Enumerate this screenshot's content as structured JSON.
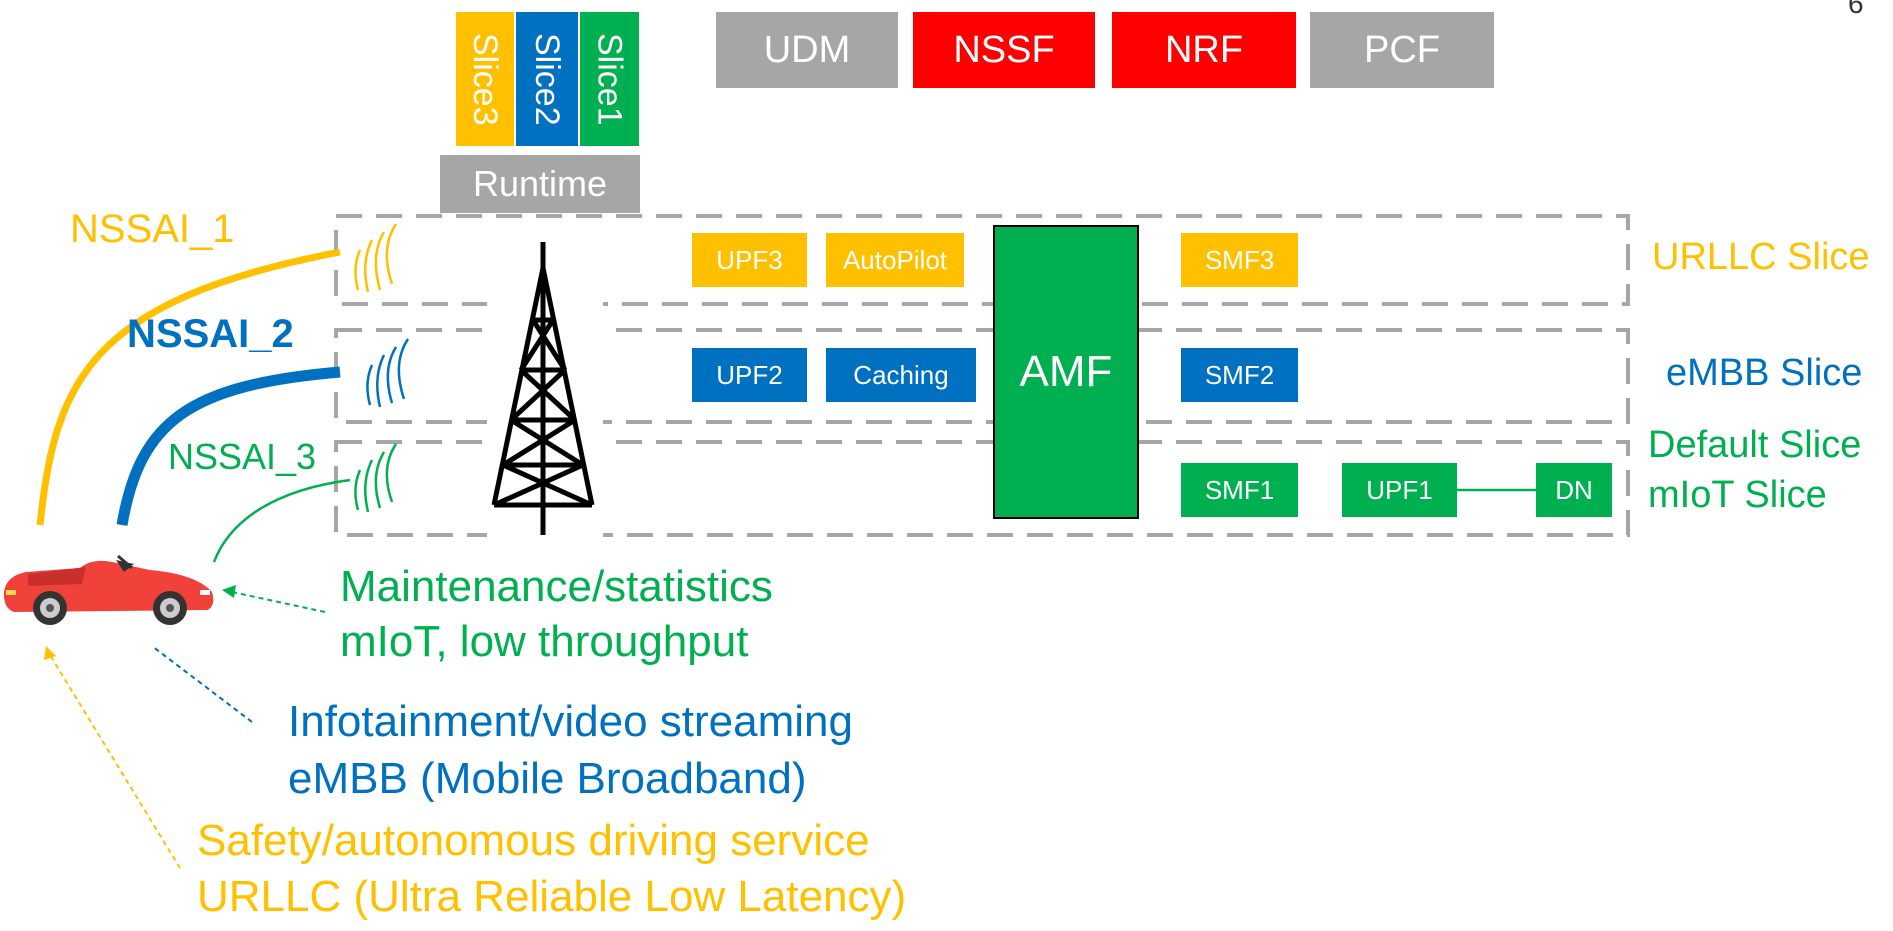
{
  "page_number": "6",
  "slices_vertical": [
    {
      "label": "Slice3",
      "color": "#FFC000"
    },
    {
      "label": "Slice2",
      "color": "#0070C0"
    },
    {
      "label": "Slice1",
      "color": "#00B050"
    }
  ],
  "runtime_label": "Runtime",
  "core_functions": [
    {
      "label": "UDM",
      "color": "#A6A6A6"
    },
    {
      "label": "NSSF",
      "color": "#FF0000"
    },
    {
      "label": "NRF",
      "color": "#FF0000"
    },
    {
      "label": "PCF",
      "color": "#A6A6A6"
    }
  ],
  "nssai_labels": {
    "nssai_1": "NSSAI_1",
    "nssai_2": "NSSAI_2",
    "nssai_3": "NSSAI_3"
  },
  "urllc_row": {
    "upf": "UPF3",
    "app": "AutoPilot",
    "smf": "SMF3",
    "slice_name": "URLLC Slice"
  },
  "embb_row": {
    "upf": "UPF2",
    "app": "Caching",
    "smf": "SMF2",
    "slice_name": "eMBB Slice"
  },
  "default_row": {
    "smf": "SMF1",
    "upf": "UPF1",
    "dn": "DN",
    "slice_name_1": "Default Slice",
    "slice_name_2": "mIoT Slice"
  },
  "amf_label": "AMF",
  "services": {
    "miot_line1": "Maintenance/statistics",
    "miot_line2": "mIoT, low throughput",
    "embb_line1": "Infotainment/video streaming",
    "embb_line2": "eMBB (Mobile Broadband)",
    "urllc_line1": "Safety/autonomous driving service",
    "urllc_line2": "URLLC (Ultra Reliable Low Latency)"
  },
  "colors": {
    "yellow": "#FFC000",
    "blue": "#0070C0",
    "green": "#00B050",
    "red": "#FF0000",
    "gray": "#A6A6A6",
    "car": "#F0423A"
  }
}
